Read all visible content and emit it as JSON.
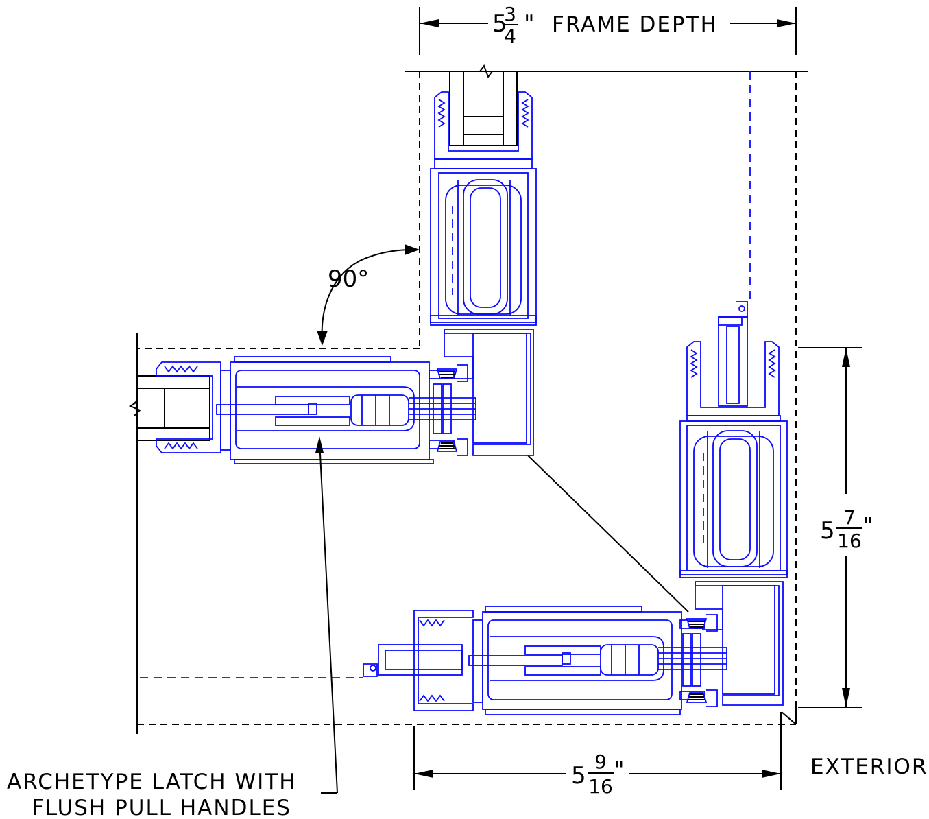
{
  "dimensions": {
    "frame_depth": {
      "whole": "5",
      "numerator": "3",
      "denominator": "4",
      "suffix": "\"",
      "label": "FRAME DEPTH"
    },
    "right_height": {
      "whole": "5",
      "numerator": "7",
      "denominator": "16",
      "suffix": "\""
    },
    "bottom_width": {
      "whole": "5",
      "numerator": "9",
      "denominator": "16",
      "suffix": "\""
    }
  },
  "angle_label": "90°",
  "callout": {
    "line1": "ARCHETYPE LATCH WITH",
    "line2": "FLUSH PULL HANDLES"
  },
  "exterior_label": "EXTERIOR",
  "colors": {
    "profile": "#0a0aff",
    "annotation": "#000000"
  }
}
